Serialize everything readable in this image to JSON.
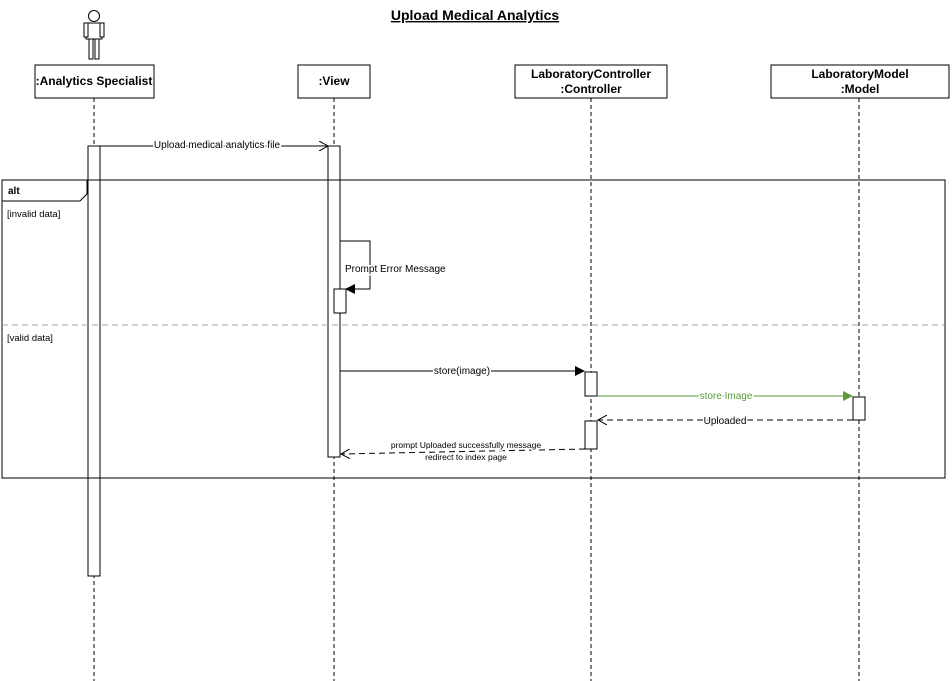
{
  "title": "Upload Medical Analytics",
  "participants": [
    {
      "id": "specialist",
      "name": ":Analytics Specialist",
      "is_actor": true
    },
    {
      "id": "view",
      "name": ":View"
    },
    {
      "id": "controller",
      "name": "LaboratoryController",
      "name_line2": ":Controller"
    },
    {
      "id": "model",
      "name": "LaboratoryModel",
      "name_line2": ":Model"
    }
  ],
  "fragment": {
    "operator": "alt",
    "guards": [
      "[invalid data]",
      "[valid data]"
    ]
  },
  "messages": [
    {
      "label": "Upload medical analytics file",
      "from": "specialist",
      "to": "view",
      "kind": "sync"
    },
    {
      "label": "Prompt Error Message",
      "from": "view",
      "to": "view",
      "kind": "self"
    },
    {
      "label": "store(image)",
      "from": "view",
      "to": "controller",
      "kind": "sync"
    },
    {
      "label": "store Image",
      "from": "controller",
      "to": "model",
      "kind": "sync",
      "color": "#5a9c3c"
    },
    {
      "label": "Uploaded",
      "from": "model",
      "to": "controller",
      "kind": "return"
    },
    {
      "label": "prompt  Uploaded successfully message",
      "label_line2": "redirect to index page",
      "from": "controller",
      "to": "view",
      "kind": "return"
    }
  ],
  "colors": {
    "line": "#000000",
    "green_message": "#5a9c3c",
    "divider": "#a6a6a6"
  }
}
